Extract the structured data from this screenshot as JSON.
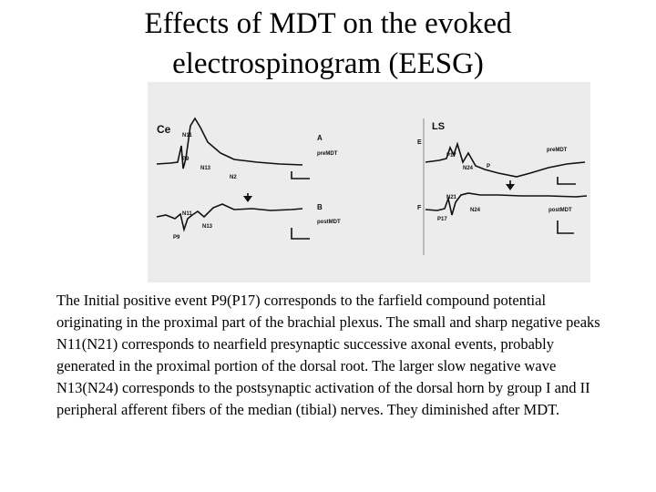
{
  "slide": {
    "title_line1": "Effects of MDT on the evoked",
    "title_line2": "electrospinogram (EESG)",
    "caption": "The Initial positive event P9(P17) corresponds to the farfield compound potential originating in the proximal part of the brachial plexus. The small and sharp negative peaks N11(N21) corresponds to nearfield presynaptic successive axonal events, probably generated in the proximal portion of the dorsal root.  The larger slow negative wave N13(N24) corresponds to the postsynaptic activation of the dorsal horn by group I and II peripheral afferent fibers of the median (tibial) nerves. They diminished after MDT."
  },
  "figure": {
    "left_panel": {
      "region": "Ce",
      "trace_a": {
        "letter": "A",
        "label": "preMDT"
      },
      "trace_b": {
        "letter": "B",
        "label": "postMDT"
      },
      "peaks": {
        "n11": "N11",
        "p9": "P9",
        "n13": "N13",
        "n2": "N2",
        "n11b": "N11",
        "n13b": "N13",
        "p9b": "P9"
      }
    },
    "right_panel": {
      "region": "LS",
      "trace_e": {
        "letter": "E",
        "label": "preMDT"
      },
      "trace_f": {
        "letter": "F",
        "label": "postMDT"
      },
      "peaks": {
        "p17": "P17",
        "n24": "N24",
        "p": "P",
        "n21": "N21",
        "n24b": "N24",
        "p17b": "P17"
      }
    }
  }
}
